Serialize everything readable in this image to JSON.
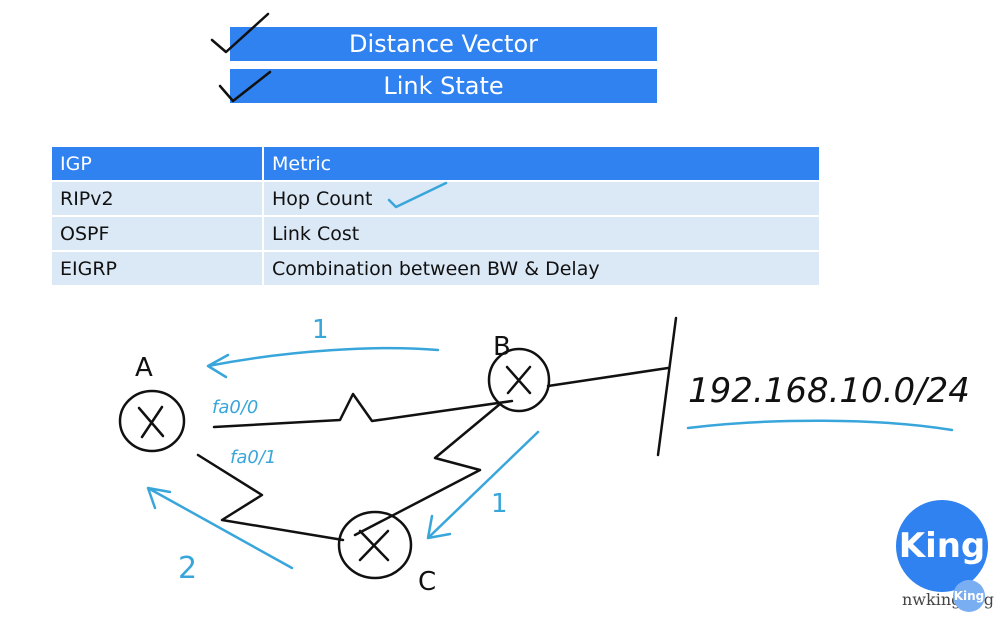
{
  "banners": {
    "distance_vector": "Distance Vector",
    "link_state": "Link State"
  },
  "table": {
    "headers": [
      "IGP",
      "Metric"
    ],
    "rows": [
      [
        "RIPv2",
        "Hop Count"
      ],
      [
        "OSPF",
        "Link Cost"
      ],
      [
        "EIGRP",
        "Combination between BW & Delay"
      ]
    ]
  },
  "diagram": {
    "router_a": "A",
    "router_b": "B",
    "router_c": "C",
    "interface_fa0_0": "fa0/0",
    "interface_fa0_1": "fa0/1",
    "network": "192.168.10.0/24",
    "hop_b_to_a": "1",
    "hop_b_to_c": "1",
    "hop_c_to_a": "2"
  },
  "logo": {
    "text": "King",
    "mini_text": "King",
    "caption": "nwking.org"
  },
  "colors": {
    "banner_blue": "#2f82f0",
    "row_light": "#dbe8f6",
    "annotation_blue": "#39a6db",
    "ink_black": "#111111"
  }
}
